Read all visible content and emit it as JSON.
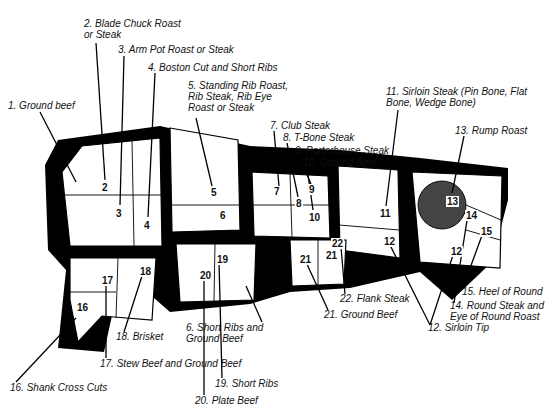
{
  "diagram": {
    "labels": [
      "1. Ground beef",
      "2. Blade Chuck Roast or Steak",
      "3. Arm Pot Roast or Steak",
      "4. Boston Cut and Short Ribs",
      "5. Standing Rib Roast, Rib Steak, Rib Eye Roast or Steak",
      "7. Club Steak",
      "8. T-Bone Steak",
      "9. Porterhouse Steak",
      "10. Ground Beef",
      "11. Sirloin Steak (Pin Bone, Flat Bone, Wedge Bone)",
      "13. Rump Roast",
      "15. Heel of Round",
      "14. Round Steak and Eye of Round Roast",
      "12. Sirloin Tip",
      "22. Flank Steak",
      "21. Ground Beef",
      "6. Short Ribs and Ground Beef",
      "18. Brisket",
      "17. Stew Beef and Ground Beef",
      "16. Shank Cross Cuts",
      "19. Short Ribs",
      "20. Plate Beef",
      "2",
      "3",
      "4",
      "5",
      "6",
      "7",
      "8",
      "9",
      "10",
      "11",
      "12",
      "13",
      "14",
      "12",
      "15",
      "17",
      "16",
      "18",
      "20",
      "19",
      "21",
      "21",
      "22"
    ]
  }
}
